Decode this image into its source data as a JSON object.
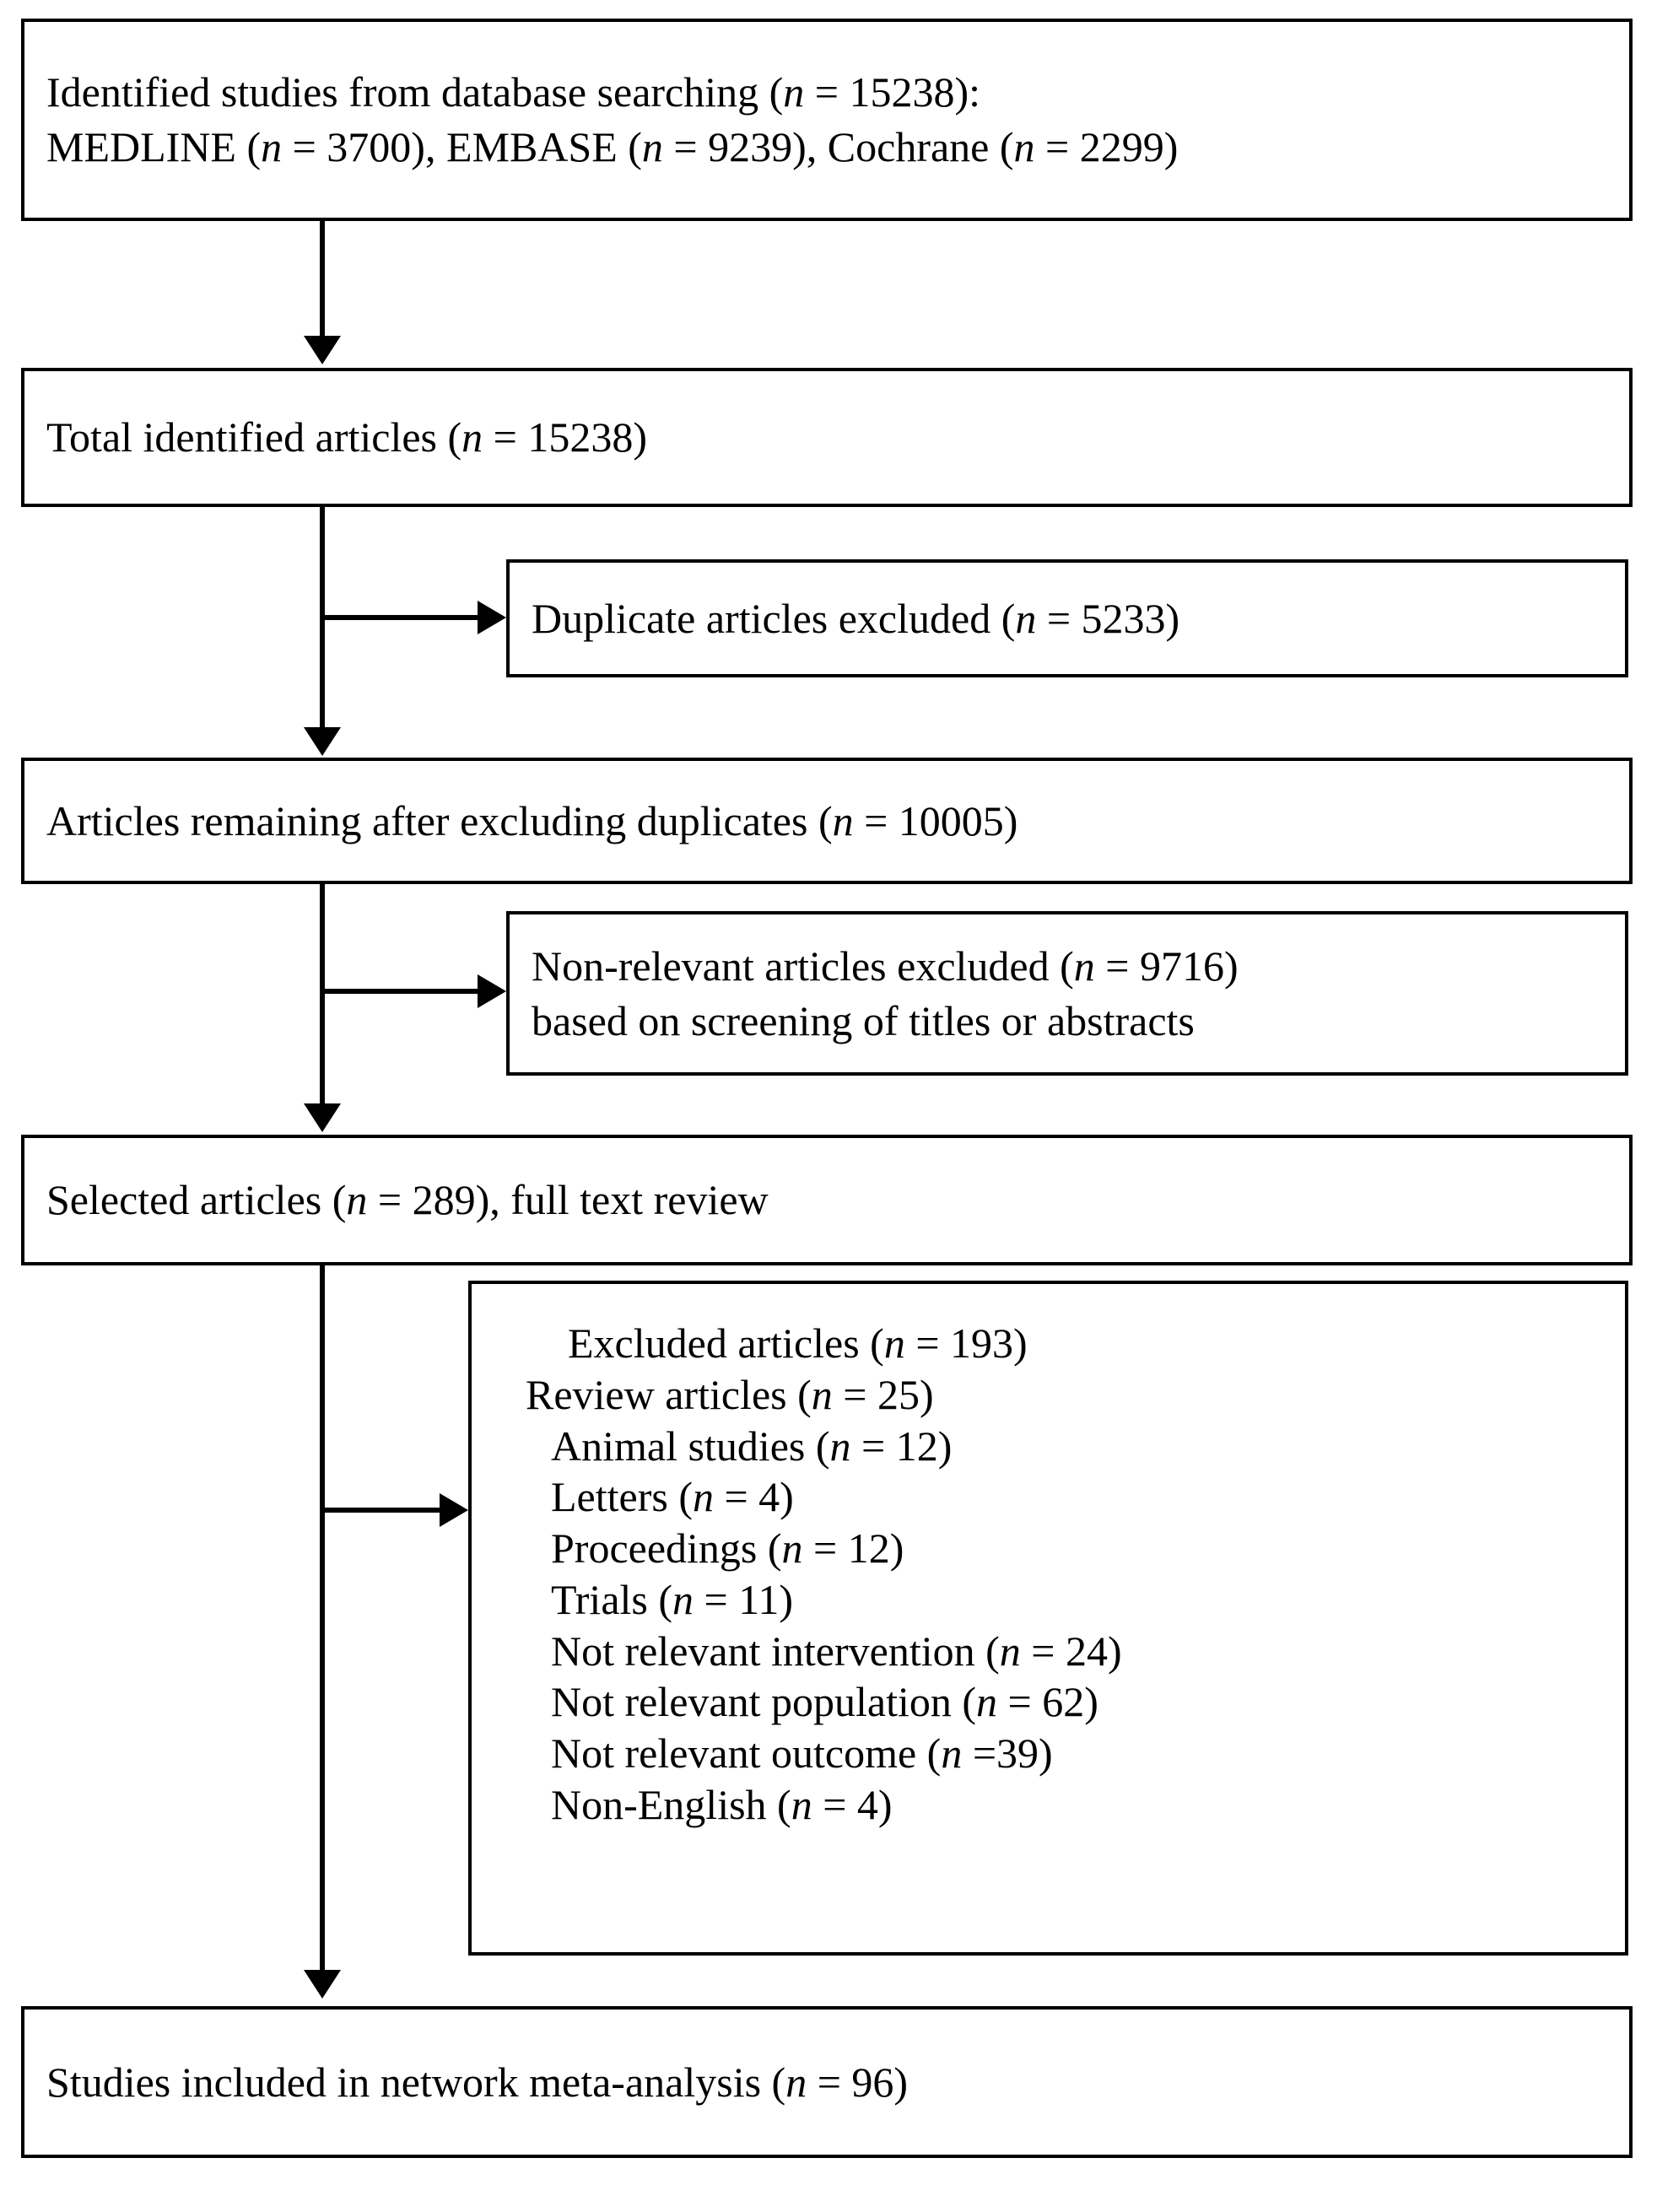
{
  "diagram": {
    "type": "prisma-flow-diagram",
    "title": "Study selection flow",
    "colors": {
      "stroke": "#000000",
      "background": "#ffffff"
    },
    "boxes": {
      "identified": {
        "line1_a": "Identified studies from database searching (",
        "line1_n": "n",
        "line1_b": " = 15238):",
        "line2_a": "MEDLINE (",
        "line2_n1": "n",
        "line2_b": " = 3700), EMBASE (",
        "line2_n2": "n",
        "line2_c": " = 9239), Cochrane (",
        "line2_n3": "n",
        "line2_d": " = 2299)",
        "count_total": 15238,
        "count_medline": 3700,
        "count_embase": 9239,
        "count_cochrane": 2299
      },
      "total_identified": {
        "text_a": "Total identified articles (",
        "text_n": "n",
        "text_b": " = 15238)",
        "count": 15238
      },
      "duplicates_excluded": {
        "text_a": "Duplicate articles excluded (",
        "text_n": "n",
        "text_b": " = 5233)",
        "count": 5233
      },
      "after_duplicates": {
        "text_a": "Articles remaining after excluding duplicates (",
        "text_n": "n",
        "text_b": " = 10005)",
        "count": 10005
      },
      "nonrelevant_excluded": {
        "line1_a": "Non-relevant articles excluded (",
        "line1_n": "n",
        "line1_b": " = 9716)",
        "line2": "based on screening of titles or abstracts",
        "count": 9716
      },
      "selected": {
        "text_a": "Selected articles (",
        "text_n": "n",
        "text_b": " = 289), full text review",
        "count": 289
      },
      "excluded_detail": {
        "items": [
          {
            "label": "Excluded articles (",
            "n": "n",
            "suffix": " = 193)",
            "count": 193,
            "indent": 2
          },
          {
            "label": "Review articles (",
            "n": "n",
            "suffix": " = 25)",
            "count": 25,
            "indent": 0
          },
          {
            "label": "Animal studies (",
            "n": "n",
            "suffix": " = 12)",
            "count": 12,
            "indent": 1
          },
          {
            "label": "Letters (",
            "n": "n",
            "suffix": " = 4)",
            "count": 4,
            "indent": 1
          },
          {
            "label": "Proceedings (",
            "n": "n",
            "suffix": " = 12)",
            "count": 12,
            "indent": 1
          },
          {
            "label": "Trials (",
            "n": "n",
            "suffix": " = 11)",
            "count": 11,
            "indent": 1
          },
          {
            "label": "Not relevant intervention (",
            "n": "n",
            "suffix": " = 24)",
            "count": 24,
            "indent": 1
          },
          {
            "label": "Not relevant population (",
            "n": "n",
            "suffix": " = 62)",
            "count": 62,
            "indent": 1
          },
          {
            "label": "Not relevant outcome (",
            "n": "n",
            "suffix": " =39)",
            "count": 39,
            "indent": 1
          },
          {
            "label": "Non-English (",
            "n": "n",
            "suffix": " = 4)",
            "count": 4,
            "indent": 1
          }
        ]
      },
      "included": {
        "text_a": "Studies included in network meta-analysis (",
        "text_n": "n",
        "text_b": " = 96)",
        "count": 96
      }
    }
  }
}
